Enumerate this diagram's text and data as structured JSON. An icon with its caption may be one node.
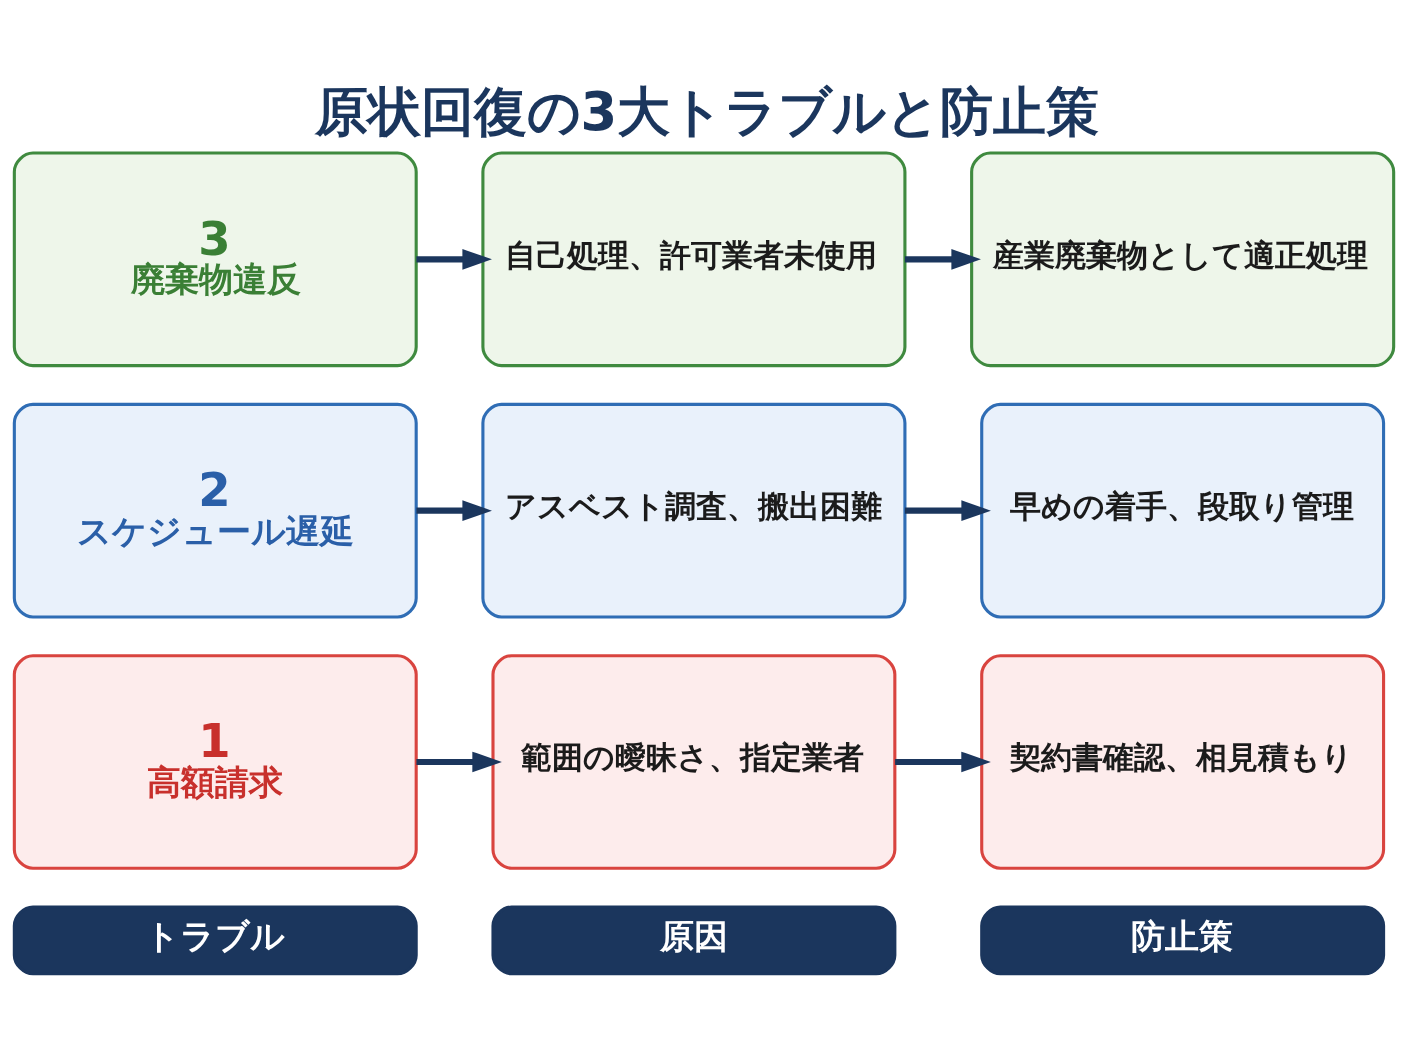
{
  "diagram": {
    "title": "原状回復の3大トラブルと防止策",
    "nodes": [
      {
        "text": [
          "トラブル"
        ]
      },
      {
        "text": [
          "原因"
        ]
      },
      {
        "text": [
          "防止策"
        ]
      },
      {
        "text": [
          "1",
          "高額請求"
        ]
      },
      {
        "text": [
          "範囲の曖昧さ、指定業者"
        ]
      },
      {
        "text": [
          "契約書確認、相見積もり"
        ]
      },
      {
        "text": [
          "2",
          "スケジュール遅延"
        ]
      },
      {
        "text": [
          "アスベスト調査、搬出困難"
        ]
      },
      {
        "text": [
          "早めの着手、段取り管理"
        ]
      },
      {
        "text": [
          "3",
          "廃棄物違反"
        ]
      },
      {
        "text": [
          "自己処理、許可業者未使用"
        ]
      },
      {
        "text": [
          "産業廃棄物として適正処理"
        ]
      }
    ],
    "edges": [
      {
        "from": 3,
        "to": 4,
        "arrow": "to"
      },
      {
        "from": 4,
        "to": 5,
        "arrow": "to"
      },
      {
        "from": 6,
        "to": 7,
        "arrow": "to"
      },
      {
        "from": 7,
        "to": 8,
        "arrow": "to"
      },
      {
        "from": 9,
        "to": 10,
        "arrow": "to"
      },
      {
        "from": 10,
        "to": 11,
        "arrow": "to"
      }
    ]
  }
}
